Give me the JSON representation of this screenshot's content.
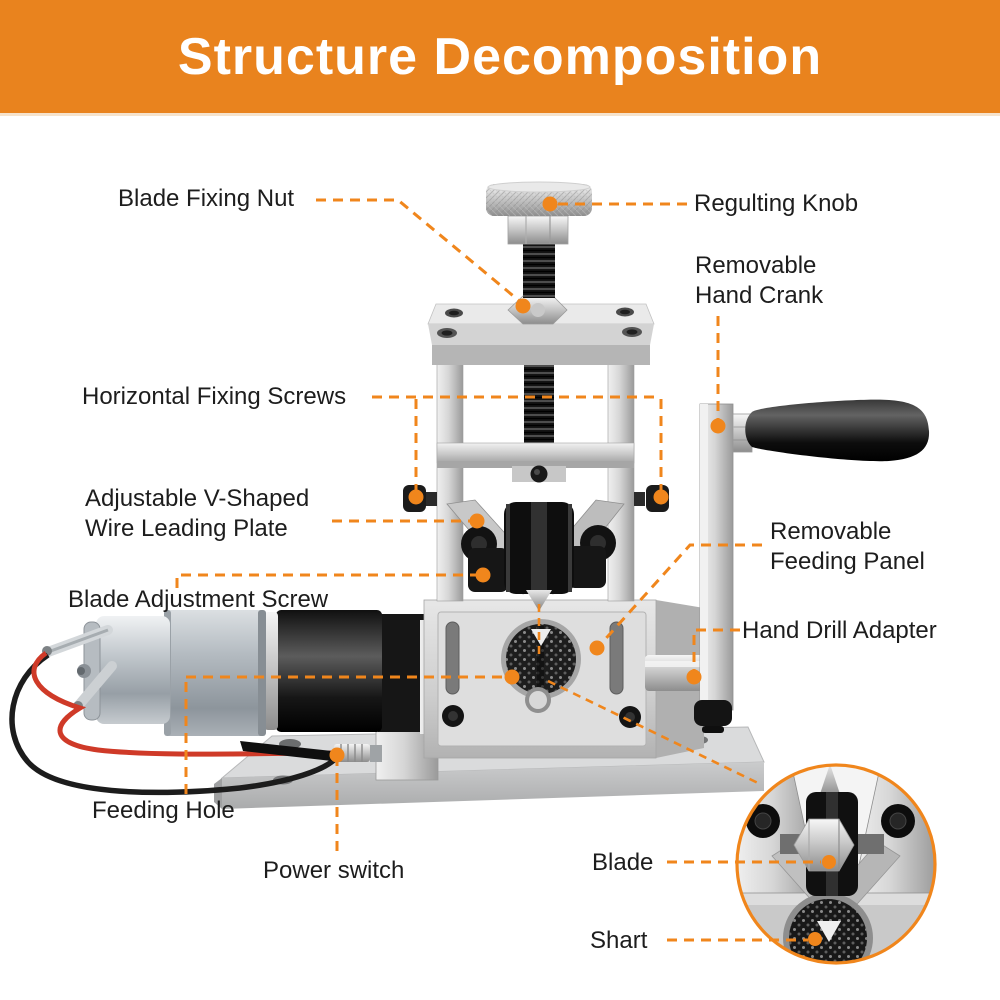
{
  "header": {
    "title": "Structure Decomposition"
  },
  "labels": {
    "blade_fixing_nut": "Blade Fixing Nut",
    "regulating_knob": "Regulting Knob",
    "removable_hand_crank": "Removable Hand Crank",
    "horizontal_fixing_screws": "Horizontal Fixing Screws",
    "adjustable_v_plate": "Adjustable V-Shaped Wire Leading Plate",
    "blade_adjustment_screw": "Blade Adjustment Screw",
    "removable_feeding_panel": "Removable Feeding Panel",
    "hand_drill_adapter": "Hand Drill Adapter",
    "feeding_hole": "Feeding Hole",
    "power_switch": "Power switch",
    "blade": "Blade",
    "shaft": "Shart"
  },
  "colors": {
    "banner": "#e9831e",
    "accent": "#f0861c",
    "label_text": "#1d1d1d",
    "page_bg": "#ffffff"
  }
}
